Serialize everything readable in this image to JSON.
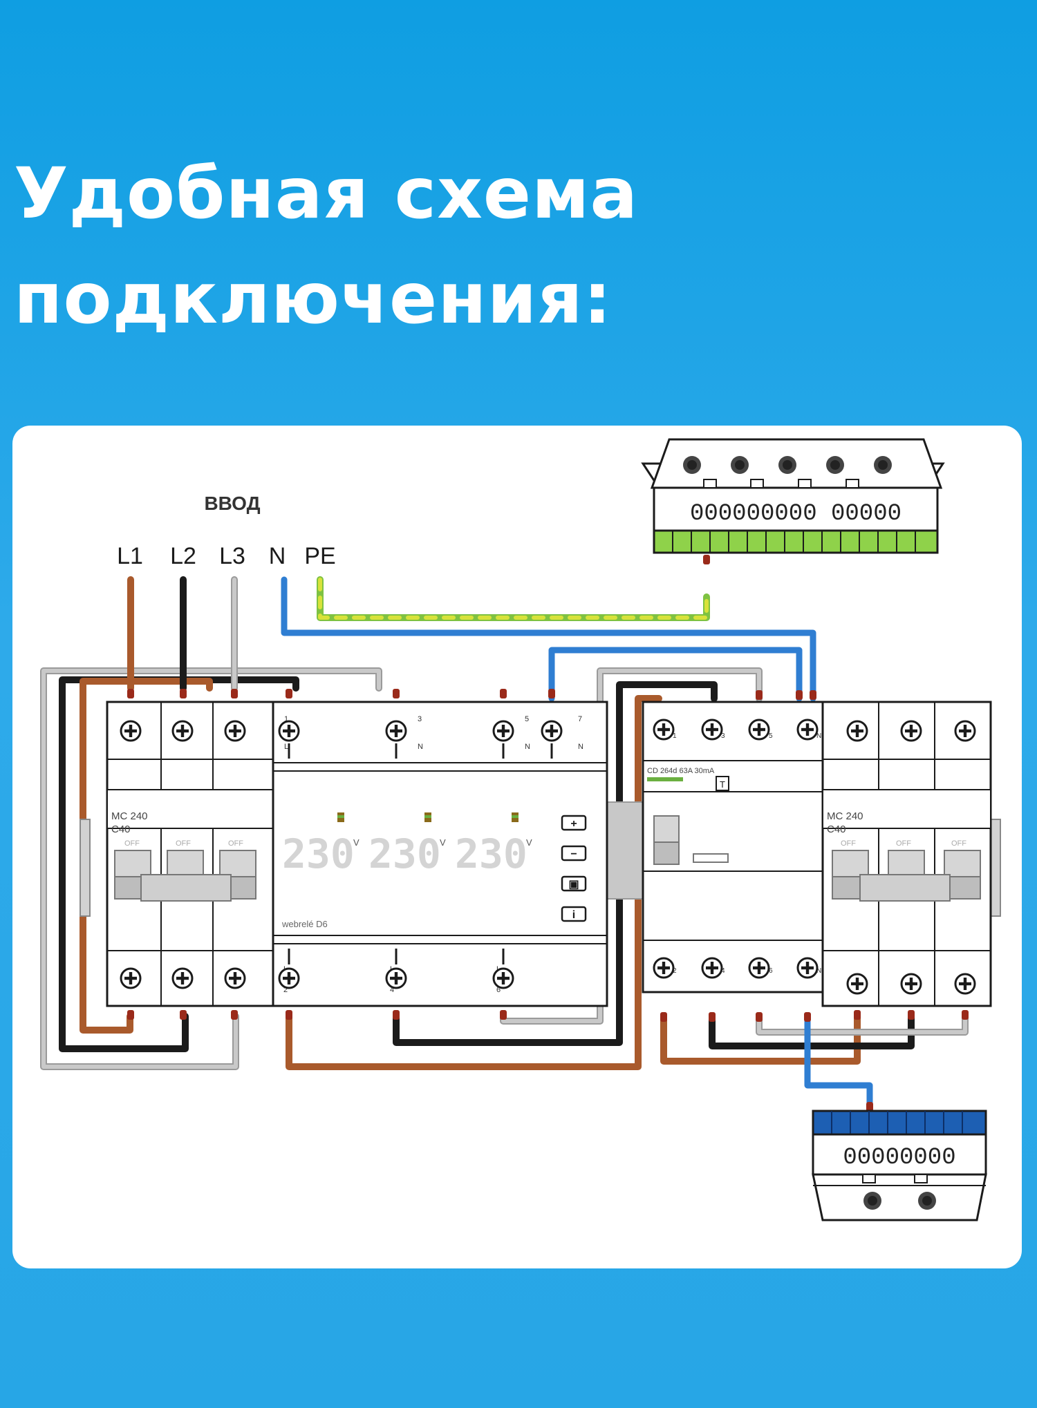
{
  "headline": {
    "line1": "Удобная схема",
    "line2": "подключения:"
  },
  "diagram": {
    "input_caption": "ВВОД",
    "phases": [
      "L1",
      "L2",
      "L3",
      "N",
      "PE"
    ],
    "left_breaker": {
      "model": "MC 240",
      "rating": "C40",
      "off_labels": [
        "OFF",
        "OFF",
        "OFF"
      ]
    },
    "right_breaker": {
      "model": "MC 240",
      "rating": "C40",
      "off_labels": [
        "OFF",
        "OFF",
        "OFF"
      ]
    },
    "relay": {
      "readings": [
        "230",
        "230",
        "230"
      ],
      "unit": "V",
      "brand": "webrelé D6",
      "top_terminal_numbers": [
        "1",
        "3",
        "5",
        "7"
      ],
      "bottom_terminal_numbers": [
        "2",
        "4",
        "6"
      ],
      "top_terminal_letters": [
        "L",
        "N",
        "N",
        "N"
      ],
      "bottom_terminal_letters": [
        "L",
        "L",
        "L"
      ],
      "buttons": [
        "+",
        "−",
        "▣",
        "i"
      ]
    },
    "rcd": {
      "label": "CD 264d 63A 30mA",
      "top_terminal_numbers": [
        "1",
        "3",
        "5",
        "N"
      ],
      "bottom_terminal_numbers": [
        "2",
        "4",
        "6",
        "N"
      ],
      "test_button": "T"
    },
    "pe_busbar": {
      "digits": "000000000 00000"
    },
    "n_busbar": {
      "digits": "00000000"
    },
    "colors": {
      "brown": "#a95a2c",
      "black": "#1b1b1b",
      "grey": "#b4b4b4",
      "blue": "#2f7ed2",
      "pe_yellow": "#d8e23a",
      "pe_green": "#7ec242",
      "busbar_green": "#8fd24a",
      "busbar_blue": "#1d5fb3"
    }
  }
}
